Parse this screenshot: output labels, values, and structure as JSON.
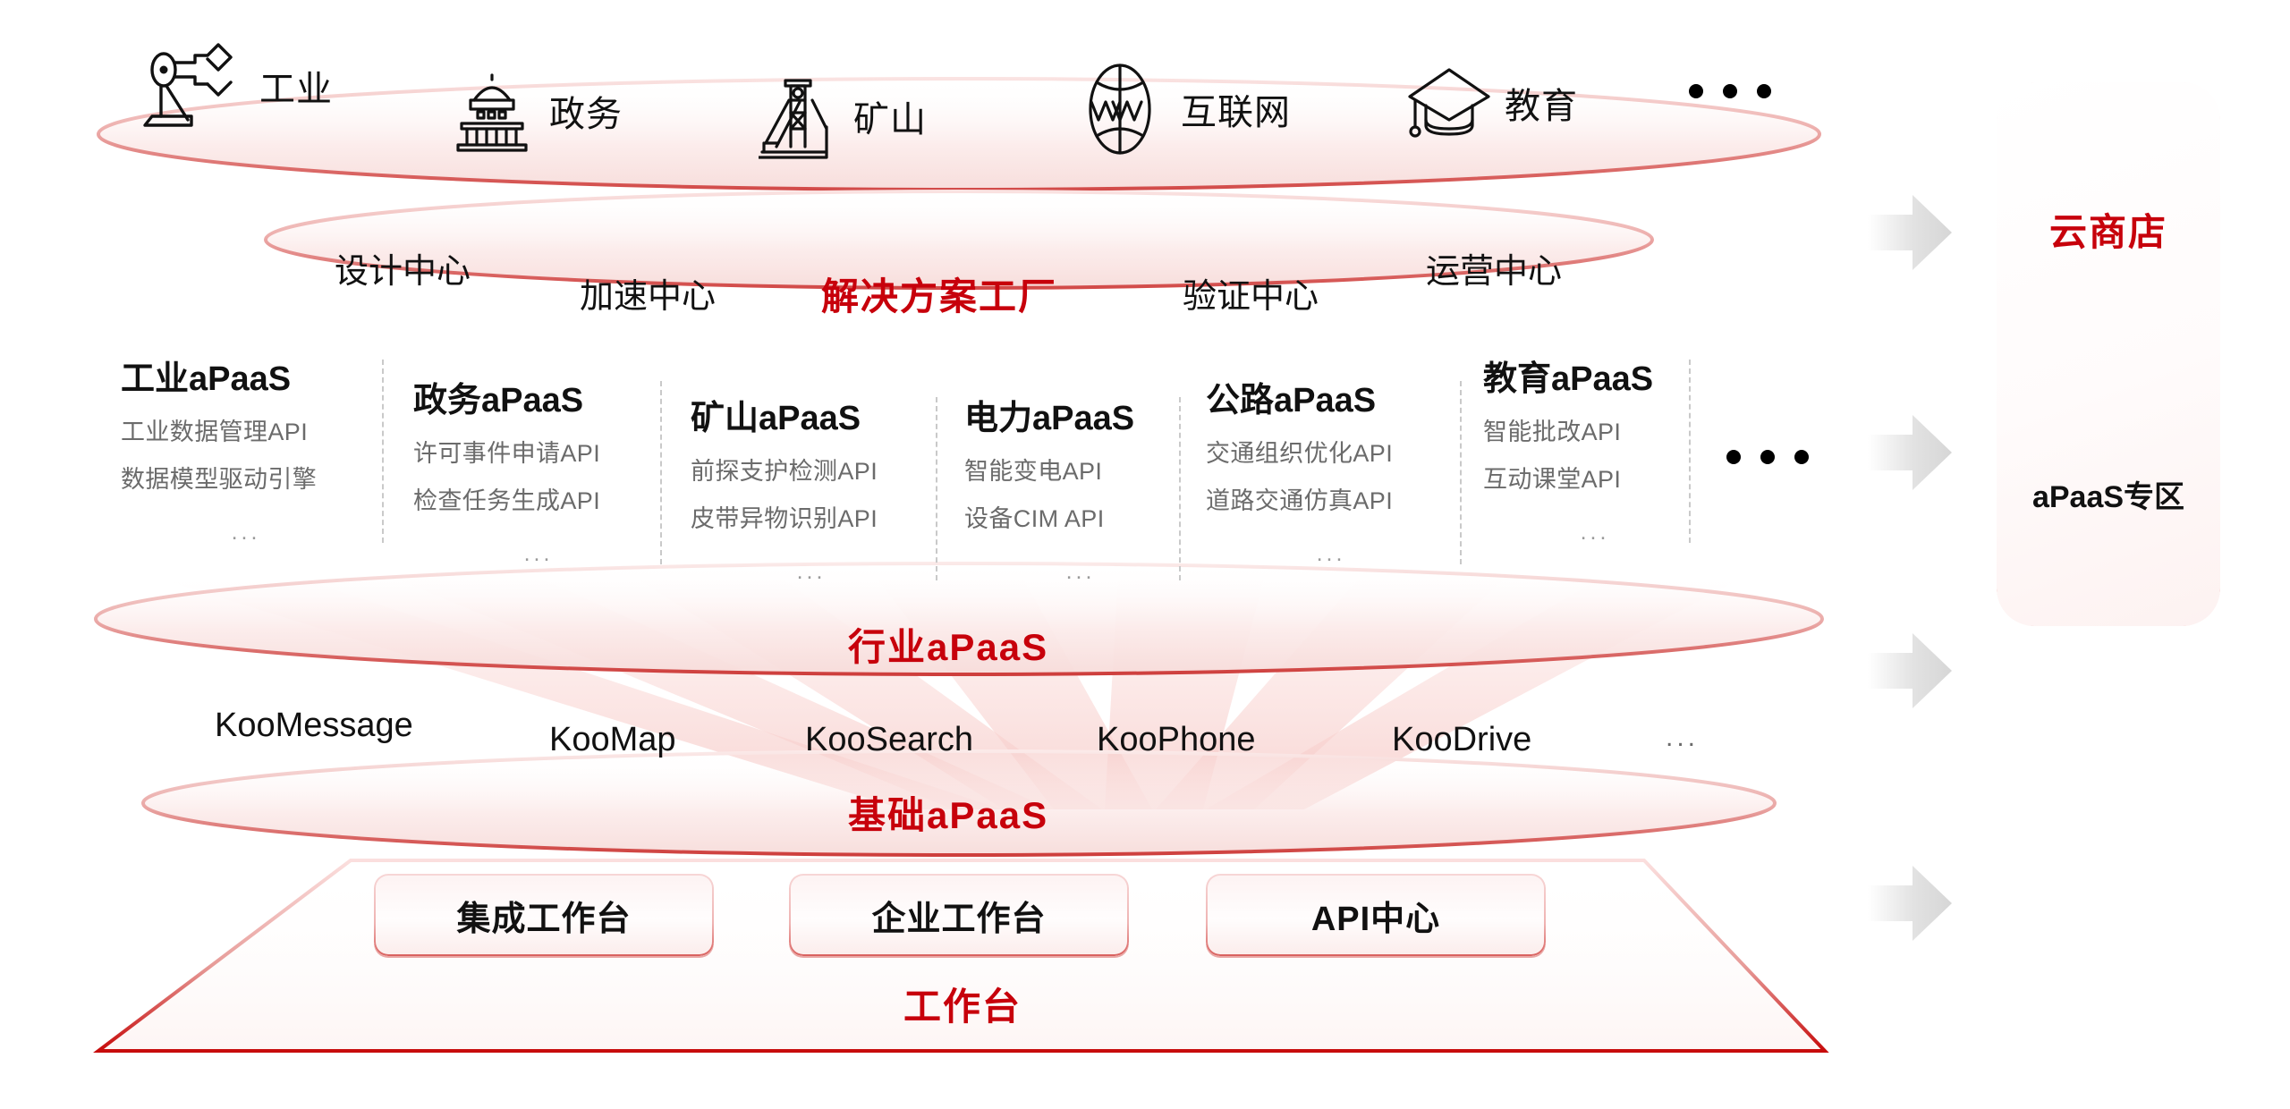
{
  "industries": [
    {
      "icon": "factory-robot-icon",
      "label": "工业"
    },
    {
      "icon": "government-building-icon",
      "label": "政务"
    },
    {
      "icon": "mine-headframe-icon",
      "label": "矿山"
    },
    {
      "icon": "globe-www-icon",
      "label": "互联网"
    },
    {
      "icon": "graduation-cap-icon",
      "label": "教育"
    }
  ],
  "industries_more": "•••",
  "solution_factory": {
    "center": "解决方案工厂",
    "centers": [
      "设计中心",
      "加速中心",
      "验证中心",
      "运营中心"
    ]
  },
  "apaas_columns": [
    {
      "title": "工业aPaaS",
      "apis": [
        "工业数据管理API",
        "数据模型驱动引擎"
      ],
      "ellipsis": "..."
    },
    {
      "title": "政务aPaaS",
      "apis": [
        "许可事件申请API",
        "检查任务生成API"
      ],
      "ellipsis": "..."
    },
    {
      "title": "矿山aPaaS",
      "apis": [
        "前探支护检测API",
        "皮带异物识别API"
      ],
      "ellipsis": "..."
    },
    {
      "title": "电力aPaaS",
      "apis": [
        "智能变电API",
        "设备CIM API"
      ],
      "ellipsis": "..."
    },
    {
      "title": "公路aPaaS",
      "apis": [
        "交通组织优化API",
        "道路交通仿真API"
      ],
      "ellipsis": "..."
    },
    {
      "title": "教育aPaaS",
      "apis": [
        "智能批改API",
        "互动课堂API"
      ],
      "ellipsis": "..."
    }
  ],
  "apaas_more": "•••",
  "industry_apaas_band": "行业aPaaS",
  "base_services": [
    "KooMessage",
    "KooMap",
    "KooSearch",
    "KooPhone",
    "KooDrive"
  ],
  "base_services_more": "...",
  "base_apaas_band": "基础aPaaS",
  "workbench": {
    "cards": [
      "集成工作台",
      "企业工作台",
      "API中心"
    ],
    "caption": "工作台"
  },
  "store": {
    "title": "云商店",
    "section": "aPaaS专区"
  },
  "colors": {
    "brand_red": "#C7000B",
    "ring_red": "#D6504E",
    "ring_pink": "#F6D3D2",
    "beam_pink": "#FBE6E5",
    "arrow_gray": "#D9D9D9",
    "api_gray": "#6B6B6B",
    "divider_gray": "#C9C9C9"
  }
}
